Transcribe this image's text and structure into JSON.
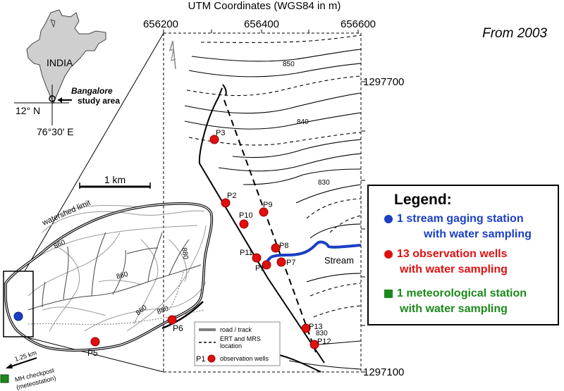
{
  "header": {
    "axis_title": "UTM Coordinates (WGS84 in m)",
    "x_ticks": [
      "656200",
      "656400",
      "656600"
    ],
    "y_ticks": [
      "1297700",
      "1297100"
    ],
    "date_note": "From 2003"
  },
  "inset": {
    "country": "INDIA",
    "city": "Bangalore",
    "study_area": "study area",
    "lat": "12° N",
    "lon": "76°30′ E"
  },
  "watershed": {
    "scale": "1 km",
    "limit_label": "watershed limit",
    "contours": [
      "860",
      "880",
      "860",
      "860",
      "880"
    ],
    "wells": [
      "P5",
      "P6"
    ]
  },
  "detail": {
    "contours": [
      "850",
      "840",
      "830",
      "830"
    ],
    "wells": [
      "P3",
      "P2",
      "P10",
      "P9",
      "P8",
      "P11",
      "P1",
      "P7",
      "P13",
      "P12"
    ],
    "stream_label": "Stream"
  },
  "key": {
    "road": "road / track",
    "ert_line1": "ERT and MRS",
    "ert_line2": "location",
    "well_code": "P1",
    "well_desc": "observation wells"
  },
  "station": {
    "distance": "1.25 km",
    "name1": "MH checkpost",
    "name2": "(meteostation)"
  },
  "legend": {
    "title": "Legend:",
    "items": [
      {
        "line1": "1 stream gaging station",
        "line2": "with water sampling",
        "color": "#1a3fc4",
        "shape": "circle"
      },
      {
        "line1": "13 observation wells",
        "line2": "with water sampling",
        "color": "#e01010",
        "shape": "circle"
      },
      {
        "line1": "1 meteorological station",
        "line2": "with water sampling",
        "color": "#1a8a1a",
        "shape": "square"
      }
    ]
  },
  "colors": {
    "well": "#e01010",
    "stream": "#1a3fc4",
    "met": "#1a8a1a"
  }
}
